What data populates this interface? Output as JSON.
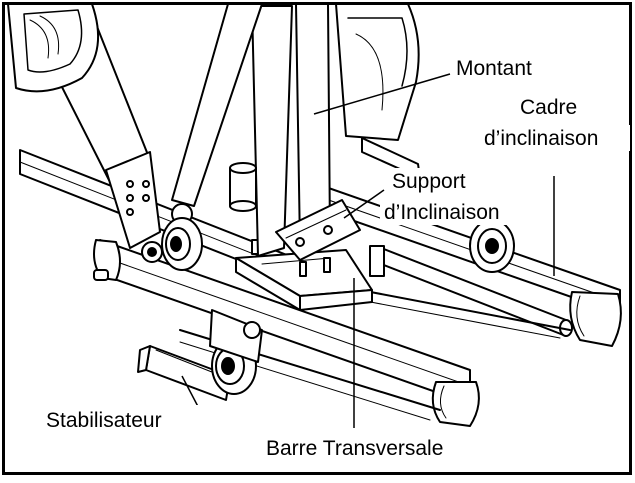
{
  "labels": {
    "montant": "Montant",
    "cadre_line1": "Cadre",
    "cadre_line2": "d’inclinaison",
    "support_line1": "Support",
    "support_line2": "d’Inclinaison",
    "stabilisateur": "Stabilisateur",
    "barre": "Barre Transversale"
  }
}
